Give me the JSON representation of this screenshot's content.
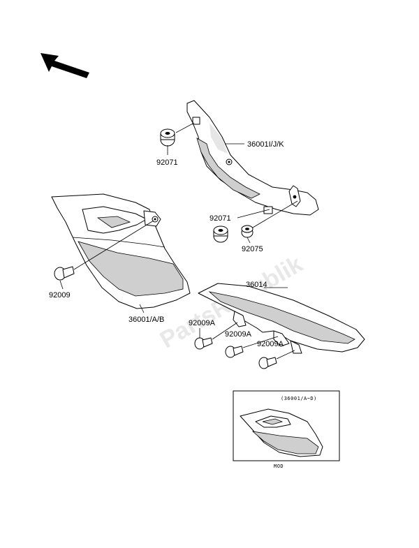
{
  "watermark": "PartsRepublik",
  "callouts": {
    "c92071_top": "92071",
    "c36001ijk": "36001I/J/K",
    "c92071_mid": "92071",
    "c92075": "92075",
    "c92009": "92009",
    "c36001ab": "36001/A/B",
    "c36014": "36014",
    "c92009a_1": "92009A",
    "c92009a_2": "92009A",
    "c92009a_3": "92009A"
  },
  "inset": {
    "caption": "(36001/A~D)",
    "footer": "MOD"
  },
  "colors": {
    "line": "#000000",
    "shading": "#cfcfcf",
    "watermark": "#d6d6d6"
  },
  "icons": {
    "direction": "arrow-up-left-icon"
  }
}
